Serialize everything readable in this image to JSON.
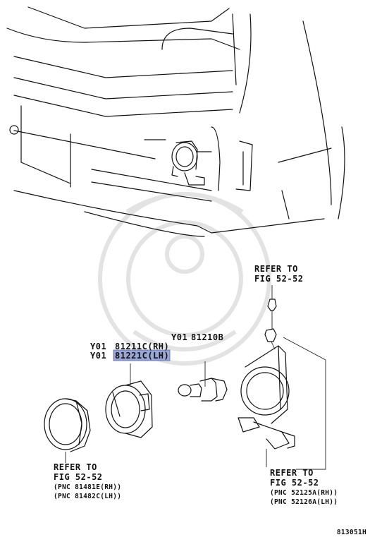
{
  "diagram": {
    "footer_code": "813051H"
  },
  "callouts": {
    "refer_top": {
      "line1": "REFER TO",
      "line2": "FIG 52-52"
    },
    "refer_bottom_left": {
      "line1": "REFER TO",
      "line2": "FIG 52-52",
      "pnc1": "(PNC 81481E(RH))",
      "pnc2": "(PNC 81482C(LH))"
    },
    "refer_bottom_right": {
      "line1": "REFER TO",
      "line2": "FIG 52-52",
      "pnc1": "(PNC 52125A(RH))",
      "pnc2": "(PNC 52126A(LH))"
    },
    "bulb": {
      "prefix": "Y01",
      "part": "81210B"
    },
    "lamp_rh": {
      "prefix": "Y01",
      "part": "81211C(RH)"
    },
    "lamp_lh": {
      "prefix": "Y01",
      "part": "81221C(LH)",
      "highlight": "#9aa6d6"
    }
  }
}
